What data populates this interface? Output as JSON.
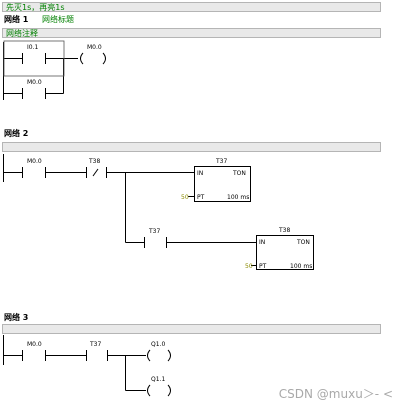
{
  "header": {
    "note": "先灭1s，再亮1s"
  },
  "networks": [
    {
      "title": "网络 1",
      "subtitle": "网络标题",
      "comment": "网络注释",
      "elements": {
        "contact_i01": "I0.1",
        "contact_m00_branch": "M0.0",
        "coil_m00": "M0.0"
      }
    },
    {
      "title": "网络 2",
      "elements": {
        "contact_m00": "M0.0",
        "contact_t38_nc": "T38",
        "timer1": {
          "name": "T37",
          "in": "IN",
          "type": "TON",
          "pt_value": "50",
          "pt": "PT",
          "base": "100 ms"
        },
        "contact_t37": "T37",
        "timer2": {
          "name": "T38",
          "in": "IN",
          "type": "TON",
          "pt_value": "50",
          "pt": "PT",
          "base": "100 ms"
        }
      }
    },
    {
      "title": "网络 3",
      "elements": {
        "contact_m00": "M0.0",
        "contact_t37": "T37",
        "coil_q10": "Q1.0",
        "coil_q11": "Q1.1"
      }
    }
  ],
  "watermark": "CSDN @muxu＞- <"
}
